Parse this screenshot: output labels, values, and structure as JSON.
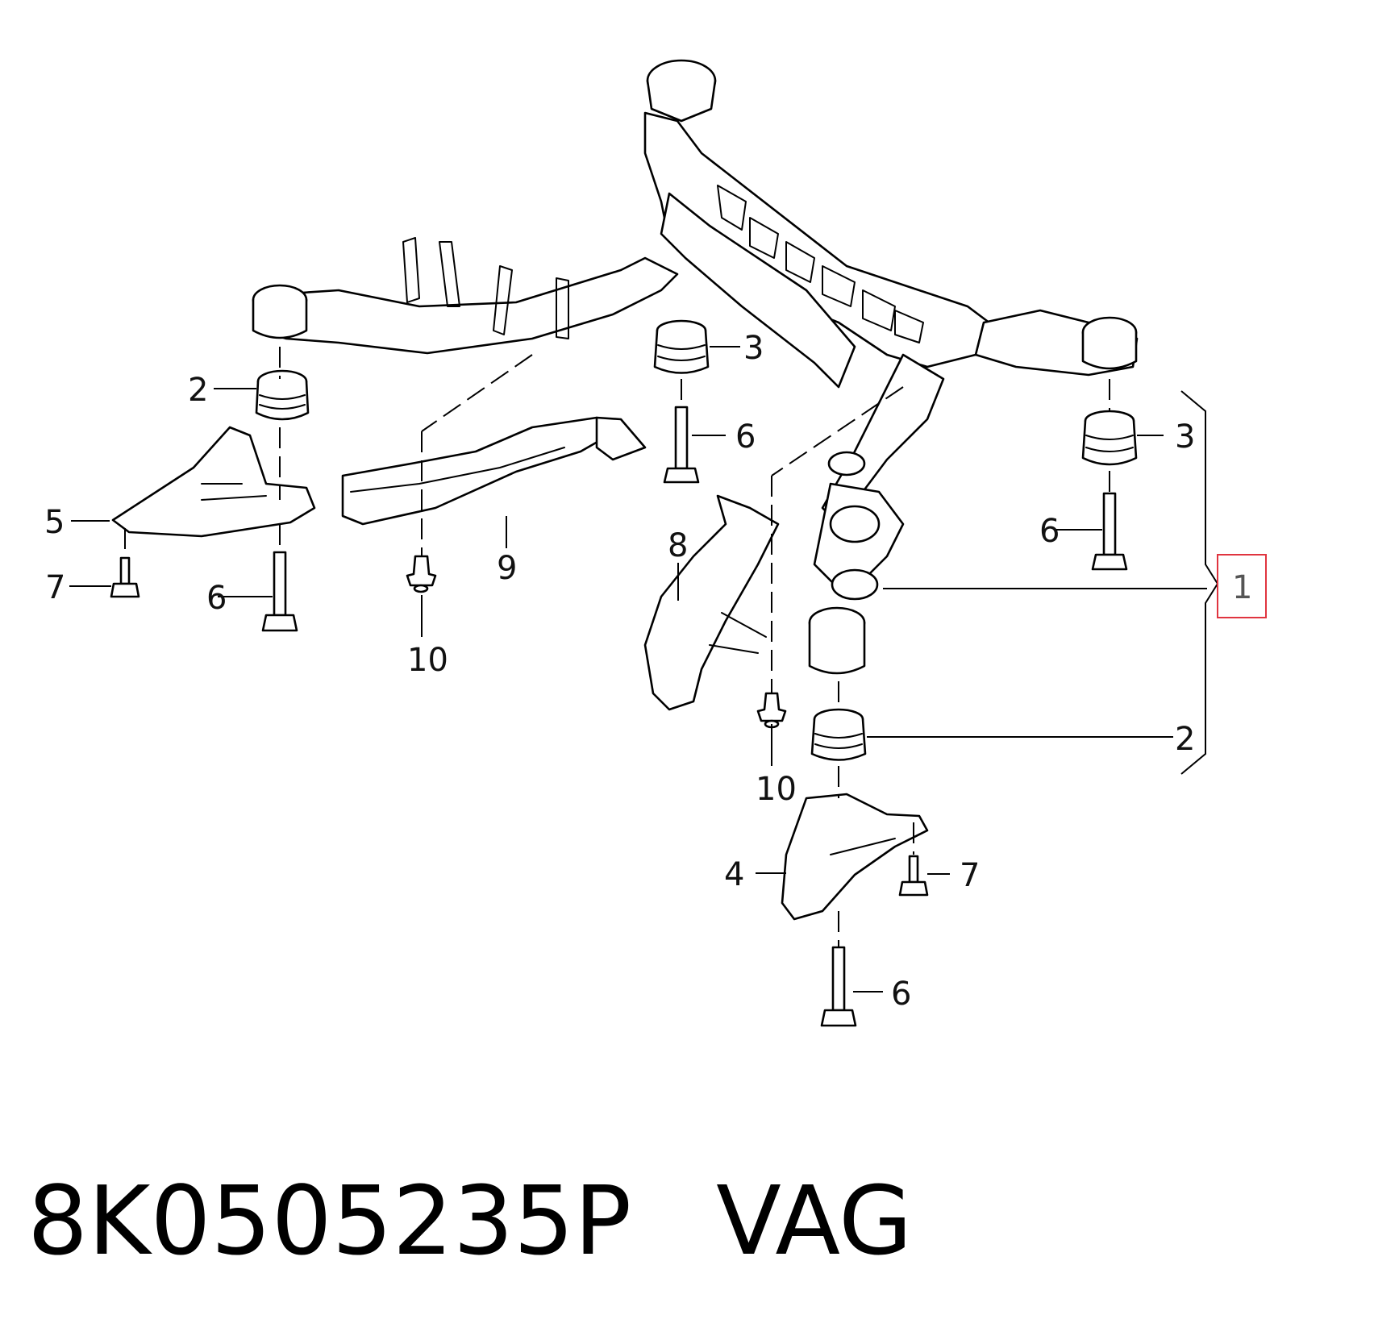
{
  "footer": {
    "part_number": "8K0505235P",
    "brand": "VAG"
  },
  "callouts": {
    "c1": "1",
    "c2_left": "2",
    "c2_right": "2",
    "c3_center": "3",
    "c3_right": "3",
    "c4": "4",
    "c5": "5",
    "c6_left": "6",
    "c6_center": "6",
    "c6_right": "6",
    "c6_bottom": "6",
    "c7_left": "7",
    "c7_right": "7",
    "c8": "8",
    "c9": "9",
    "c10_left": "10",
    "c10_center": "10"
  },
  "highlight_color": "#e0343f"
}
